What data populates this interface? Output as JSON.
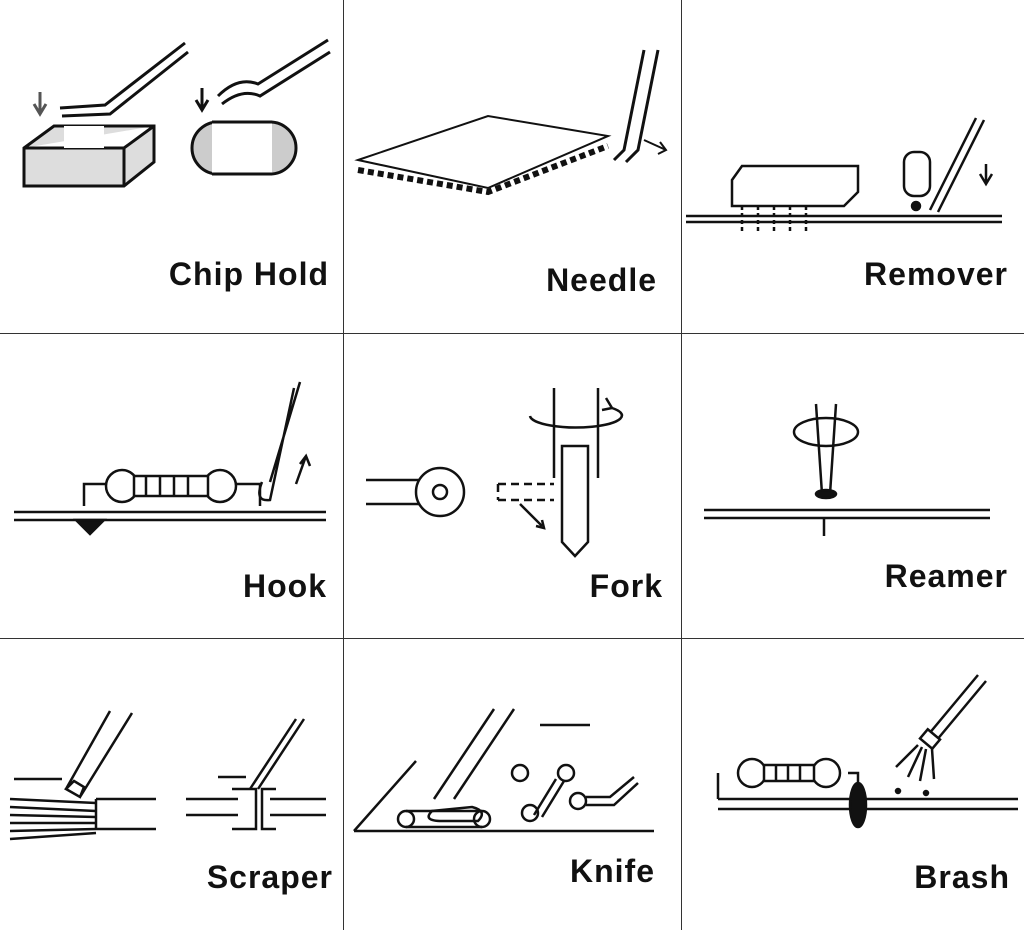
{
  "tools": [
    {
      "id": "chip-hold",
      "label": "Chip Hold"
    },
    {
      "id": "needle",
      "label": "Needle"
    },
    {
      "id": "remover",
      "label": "Remover"
    },
    {
      "id": "hook",
      "label": "Hook"
    },
    {
      "id": "fork",
      "label": "Fork"
    },
    {
      "id": "reamer",
      "label": "Reamer"
    },
    {
      "id": "scraper",
      "label": "Scraper"
    },
    {
      "id": "knife",
      "label": "Knife"
    },
    {
      "id": "brash",
      "label": "Brash"
    }
  ]
}
